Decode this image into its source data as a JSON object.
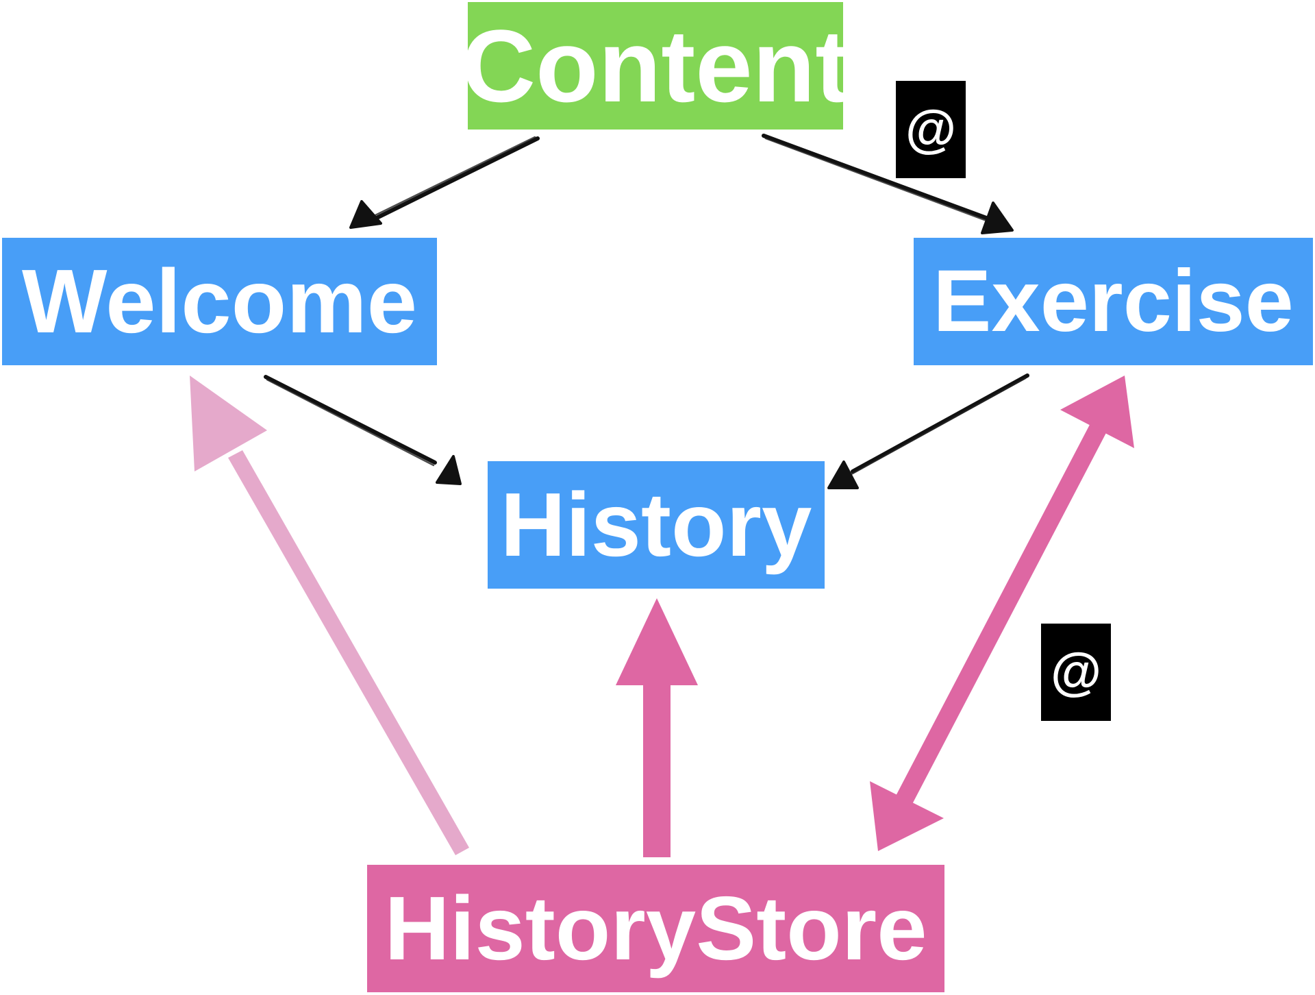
{
  "nodes": {
    "content": {
      "label": "Content",
      "color": "#83d655"
    },
    "welcome": {
      "label": "Welcome",
      "color": "#489ef7"
    },
    "exercise": {
      "label": "Exercise",
      "color": "#489ef7"
    },
    "history": {
      "label": "History",
      "color": "#489ef7"
    },
    "history_store": {
      "label": "HistoryStore",
      "color": "#de67a3"
    }
  },
  "tags": [
    {
      "label": "@"
    },
    {
      "label": "@"
    }
  ],
  "edges": [
    {
      "from": "Content",
      "to": "Welcome",
      "style": "black-sketch"
    },
    {
      "from": "Content",
      "to": "Exercise",
      "style": "black-sketch"
    },
    {
      "from": "Welcome",
      "to": "History",
      "style": "black-sketch"
    },
    {
      "from": "Exercise",
      "to": "History",
      "style": "black-sketch"
    },
    {
      "from": "HistoryStore",
      "to": "Welcome",
      "style": "pink-faded",
      "color": "#e5a9cb"
    },
    {
      "from": "HistoryStore",
      "to": "History",
      "style": "pink",
      "color": "#de67a3"
    },
    {
      "from": "HistoryStore",
      "to": "Exercise",
      "style": "pink-bidirectional",
      "color": "#de67a3"
    }
  ],
  "colors": {
    "content_green": "#83d655",
    "component_blue": "#489ef7",
    "store_pink": "#de67a3",
    "store_pink_faded": "#e5a9cb",
    "tag_black": "#000000"
  }
}
